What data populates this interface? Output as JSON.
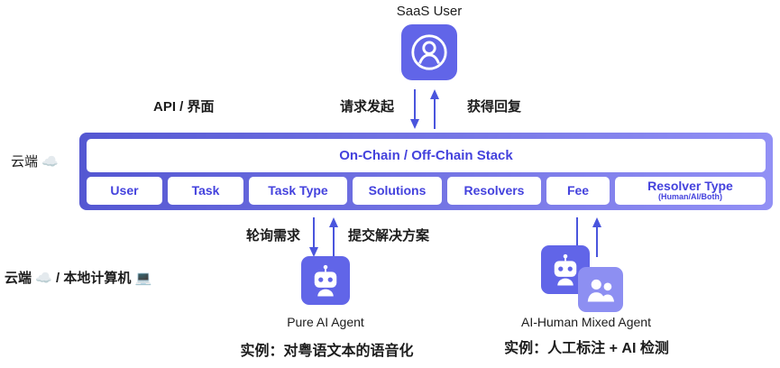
{
  "colors": {
    "accent": "#6165e8",
    "accent_dark": "#5457d2",
    "accent_light": "#9290f5",
    "mixed_light": "#8d8ff2",
    "stack_text": "#4442dd",
    "arrow": "#4a55dd",
    "text_dark": "#1c1c1c"
  },
  "top": {
    "user_label": "SaaS User",
    "api_label": "API / 界面",
    "request_label": "请求发起",
    "reply_label": "获得回复"
  },
  "left_labels": {
    "cloud": "云端 ☁️",
    "cloud_local": "云端 ☁️ / 本地计算机 💻"
  },
  "stack": {
    "title": "On-Chain / Off-Chain Stack",
    "columns": [
      {
        "label": "User"
      },
      {
        "label": "Task"
      },
      {
        "label": "Task Type"
      },
      {
        "label": "Solutions"
      },
      {
        "label": "Resolvers"
      },
      {
        "label": "Fee"
      },
      {
        "label": "Resolver Type",
        "sublabel": "(Human/AI/Both)"
      }
    ]
  },
  "middle": {
    "poll_label": "轮询需求",
    "submit_label": "提交解决方案"
  },
  "agents": {
    "pure": {
      "name": "Pure AI Agent",
      "example": "实例：对粤语文本的语音化"
    },
    "mixed": {
      "name": "AI-Human Mixed Agent",
      "example": "实例：人工标注 + AI 检测"
    }
  }
}
